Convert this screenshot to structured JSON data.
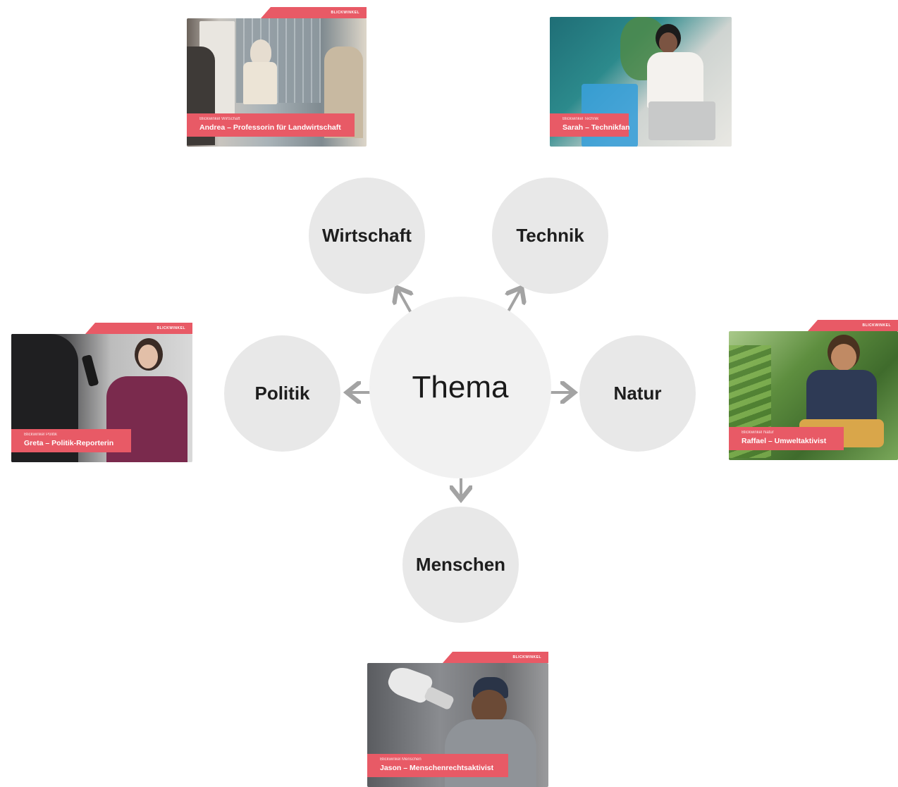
{
  "center": {
    "label": "Thema"
  },
  "topics": [
    {
      "id": "wirtschaft",
      "label": "Wirtschaft"
    },
    {
      "id": "technik",
      "label": "Technik"
    },
    {
      "id": "politik",
      "label": "Politik"
    },
    {
      "id": "natur",
      "label": "Natur"
    },
    {
      "id": "menschen",
      "label": "Menschen"
    }
  ],
  "cards": {
    "wirtschaft": {
      "brand": "BLICKWINKEL",
      "kicker": "Blickwinkel Wirtschaft",
      "name": "Andrea – Professorin für Landwirtschaft"
    },
    "technik": {
      "brand": "",
      "kicker": "Blickwinkel Technik",
      "name": "Sarah – Technikfan"
    },
    "politik": {
      "brand": "BLICKWINKEL",
      "kicker": "Blickwinkel Politik",
      "name": "Greta – Politik-Reporterin"
    },
    "natur": {
      "brand": "BLICKWINKEL",
      "kicker": "Blickwinkel Natur",
      "name": "Raffael – Umweltaktivist"
    },
    "menschen": {
      "brand": "BLICKWINKEL",
      "kicker": "Blickwinkel Menschen",
      "name": "Jason – Menschenrechtsaktivist"
    }
  },
  "colors": {
    "accent": "#e85a66",
    "circle": "#e8e8e8",
    "center_circle": "#f1f1f1",
    "arrow": "#a3a3a3"
  }
}
